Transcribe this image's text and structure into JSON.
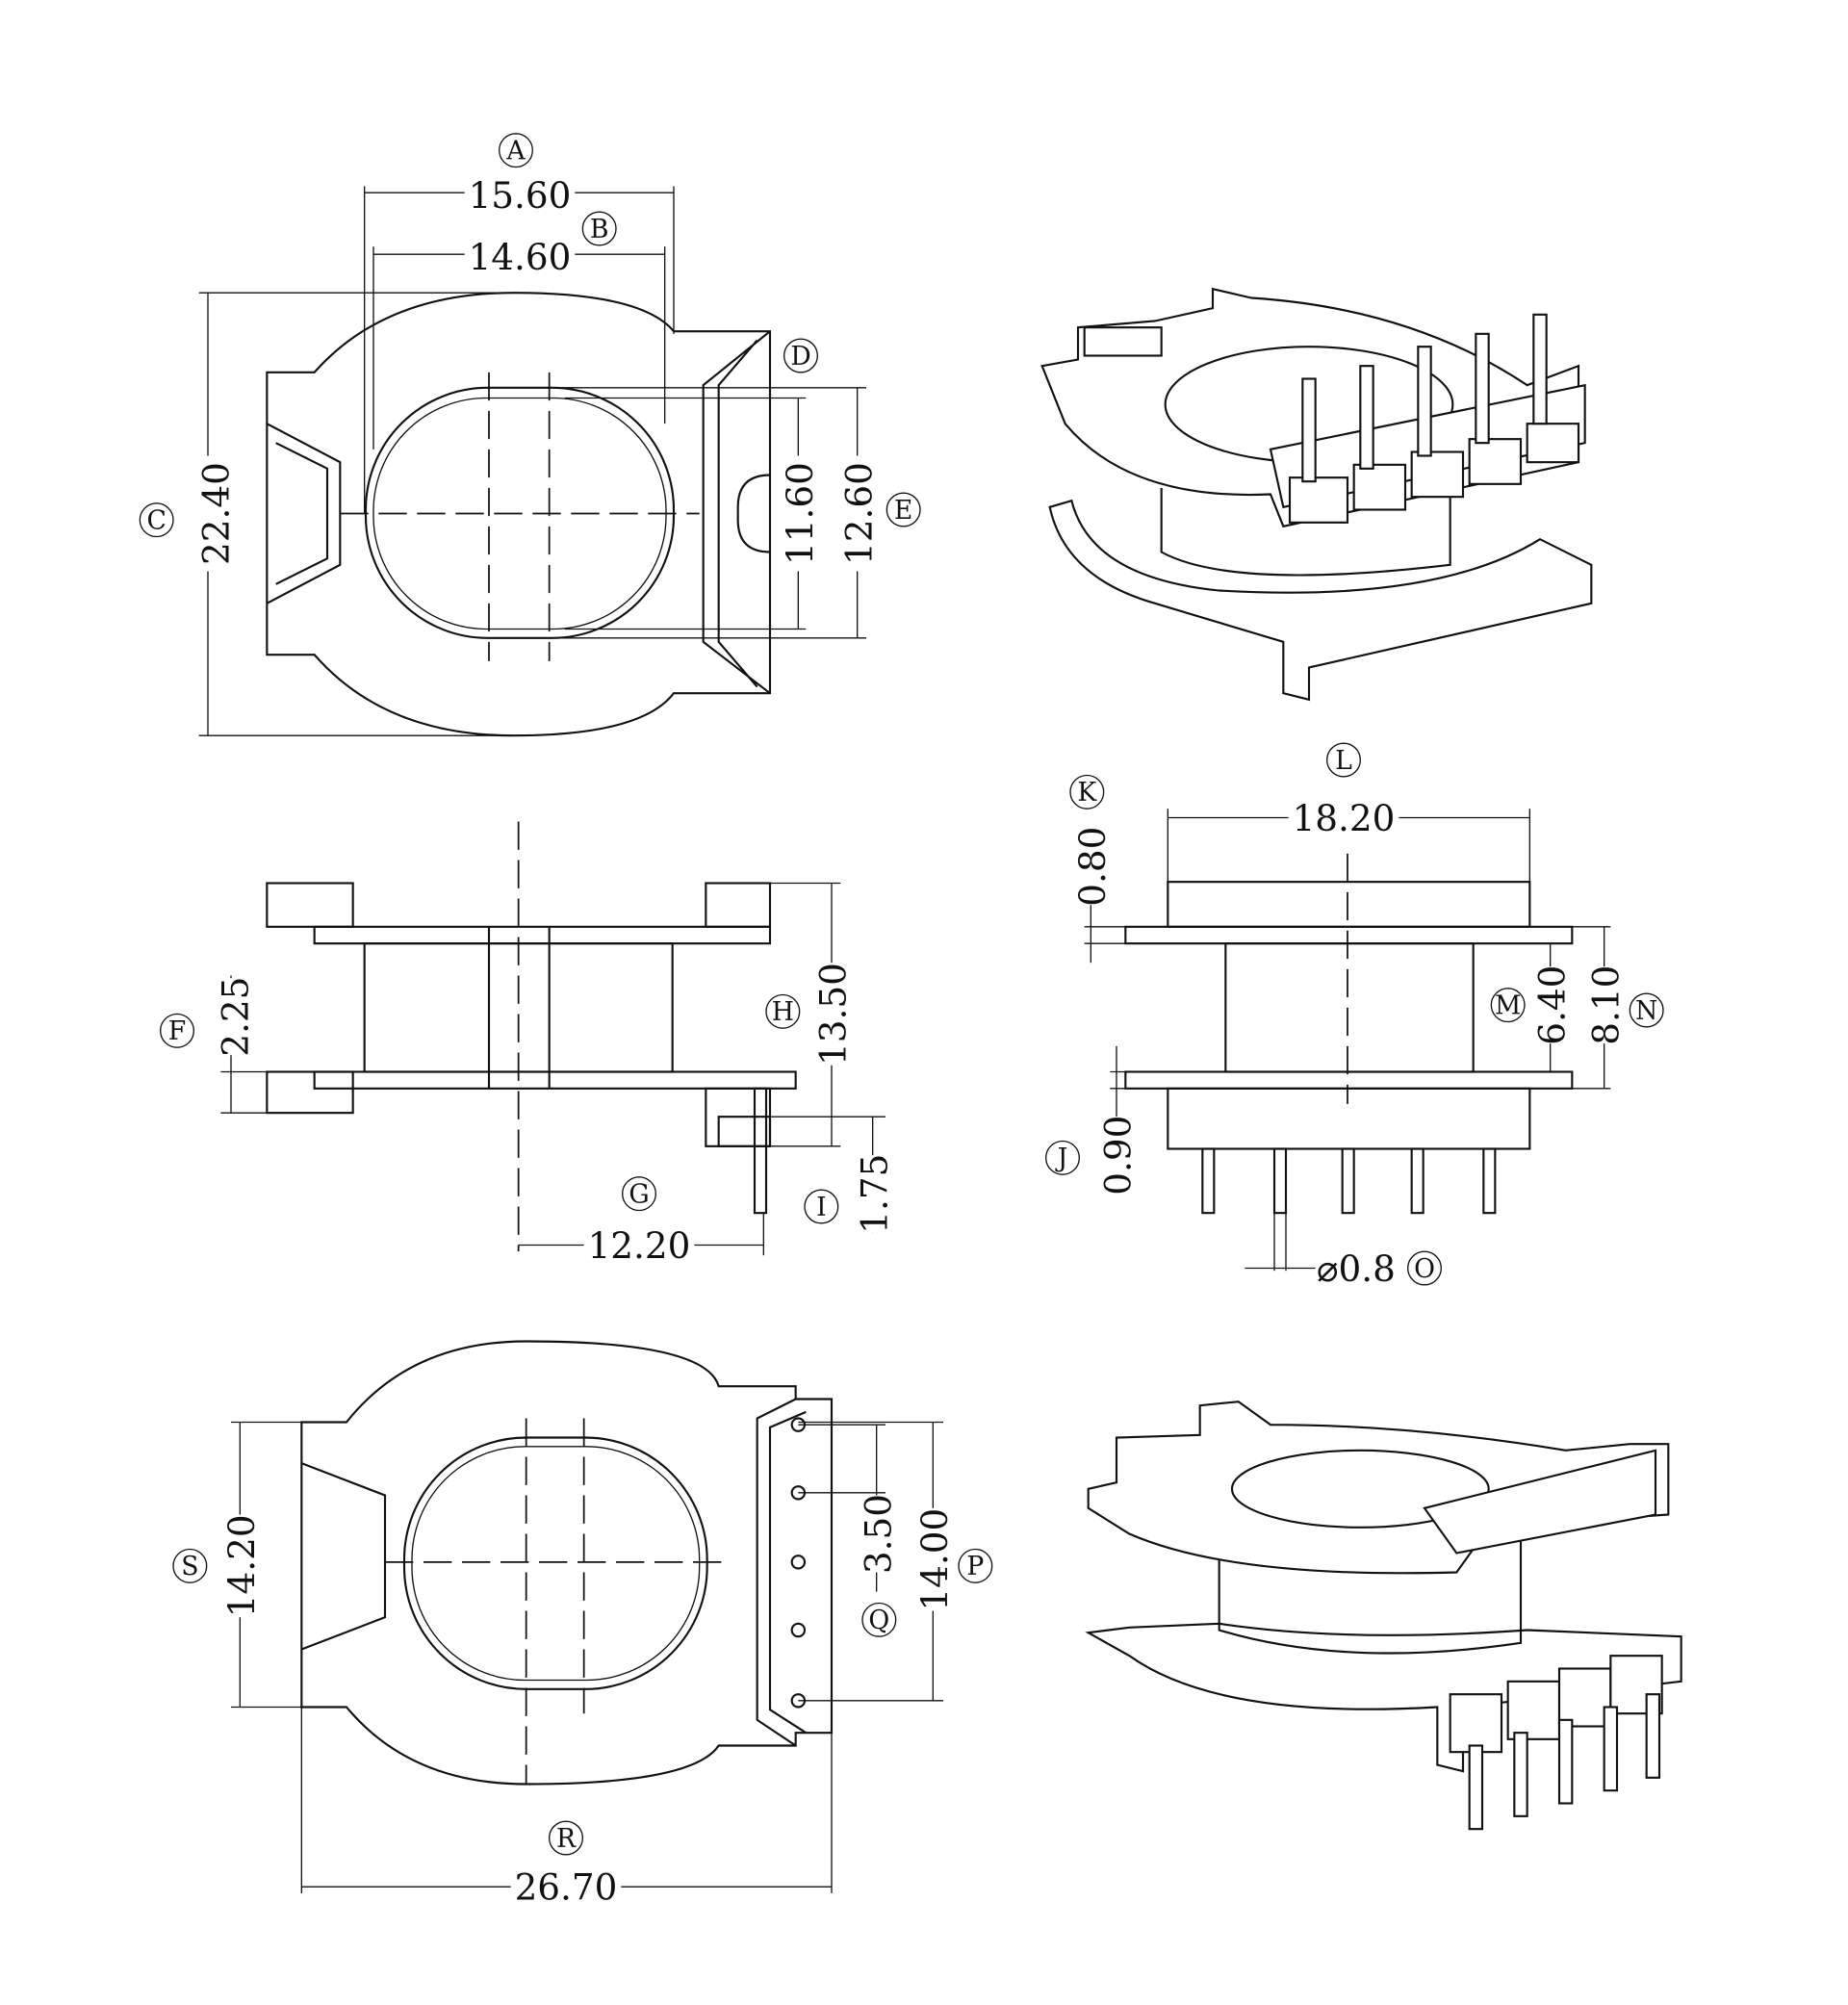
{
  "labels": {
    "A": "A",
    "B": "B",
    "C": "C",
    "D": "D",
    "E": "E",
    "F": "F",
    "G": "G",
    "H": "H",
    "I": "I",
    "J": "J",
    "K": "K",
    "L": "L",
    "M": "M",
    "N": "N",
    "O": "O",
    "P": "P",
    "Q": "Q",
    "R": "R",
    "S": "S"
  },
  "dimensions": {
    "A": "15.60",
    "B": "14.60",
    "C": "22.40",
    "D": "11.60",
    "E": "12.60",
    "F": "2.25",
    "G": "12.20",
    "H": "13.50",
    "I": "1.75",
    "J": "0.90",
    "K": "0.80",
    "L": "18.20",
    "M": "6.40",
    "N": "8.10",
    "O": "⌀0.8",
    "P": "14.00",
    "Q": "3.50",
    "R": "26.70",
    "S": "14.20"
  }
}
